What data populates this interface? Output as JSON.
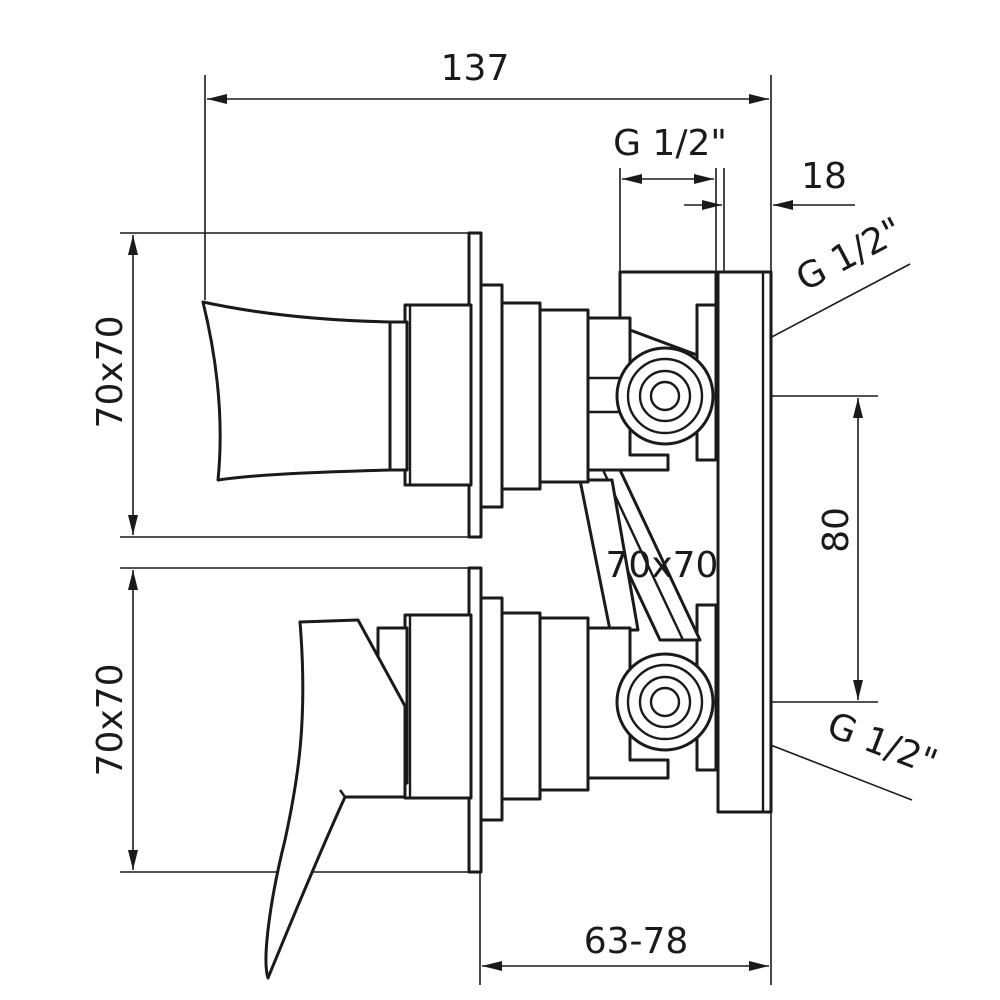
{
  "drawing": {
    "dimensions": {
      "overall_width": "137",
      "inlet_thread_top": "G 1/2\"",
      "plate_thickness": "18",
      "outlet_thread_upper": "G 1/2\"",
      "cover_upper": "70x70",
      "cover_middle": "70x70",
      "outlet_spacing": "80",
      "cover_lower": "70x70",
      "outlet_thread_lower": "G 1/2\"",
      "install_depth": "63-78"
    },
    "colors": {
      "line": "#1a1a1a",
      "background": "#ffffff"
    }
  }
}
